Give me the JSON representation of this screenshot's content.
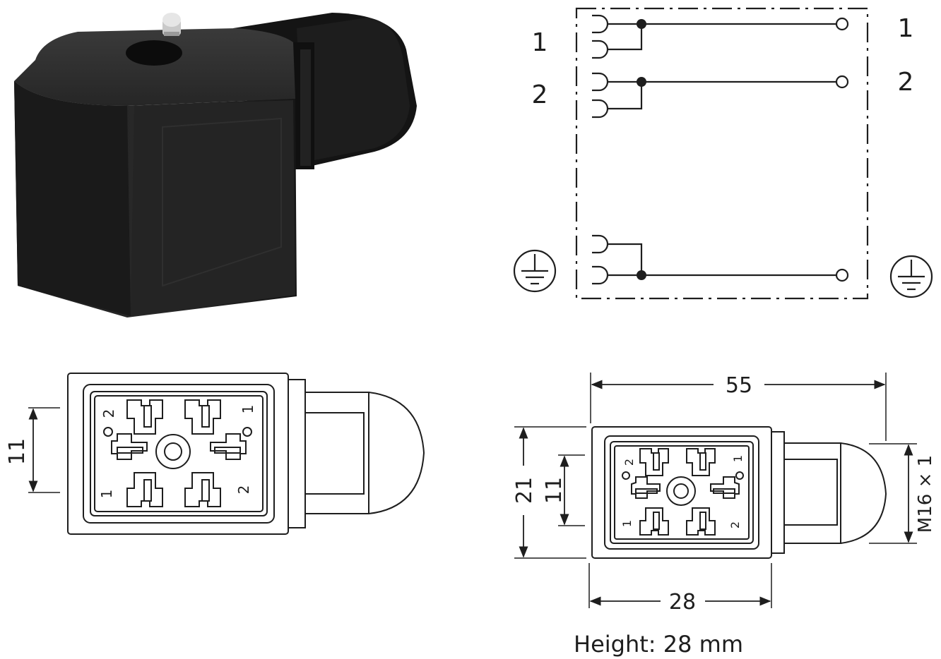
{
  "schematic": {
    "pin_left_1": "1",
    "pin_left_2": "2",
    "pin_right_1": "1",
    "pin_right_2": "2",
    "ground_symbol": "protective-earth-icon"
  },
  "front_view": {
    "dim_pin_spacing": "11",
    "pin_labels": [
      "2",
      "1",
      "1",
      "2"
    ]
  },
  "dim_view": {
    "dim_width": "55",
    "dim_height": "21",
    "dim_pin_spacing": "11",
    "dim_body": "28",
    "thread": "M16 × 1",
    "pin_labels": [
      "2",
      "1",
      "1",
      "2"
    ]
  },
  "caption": "Height: 28 mm"
}
